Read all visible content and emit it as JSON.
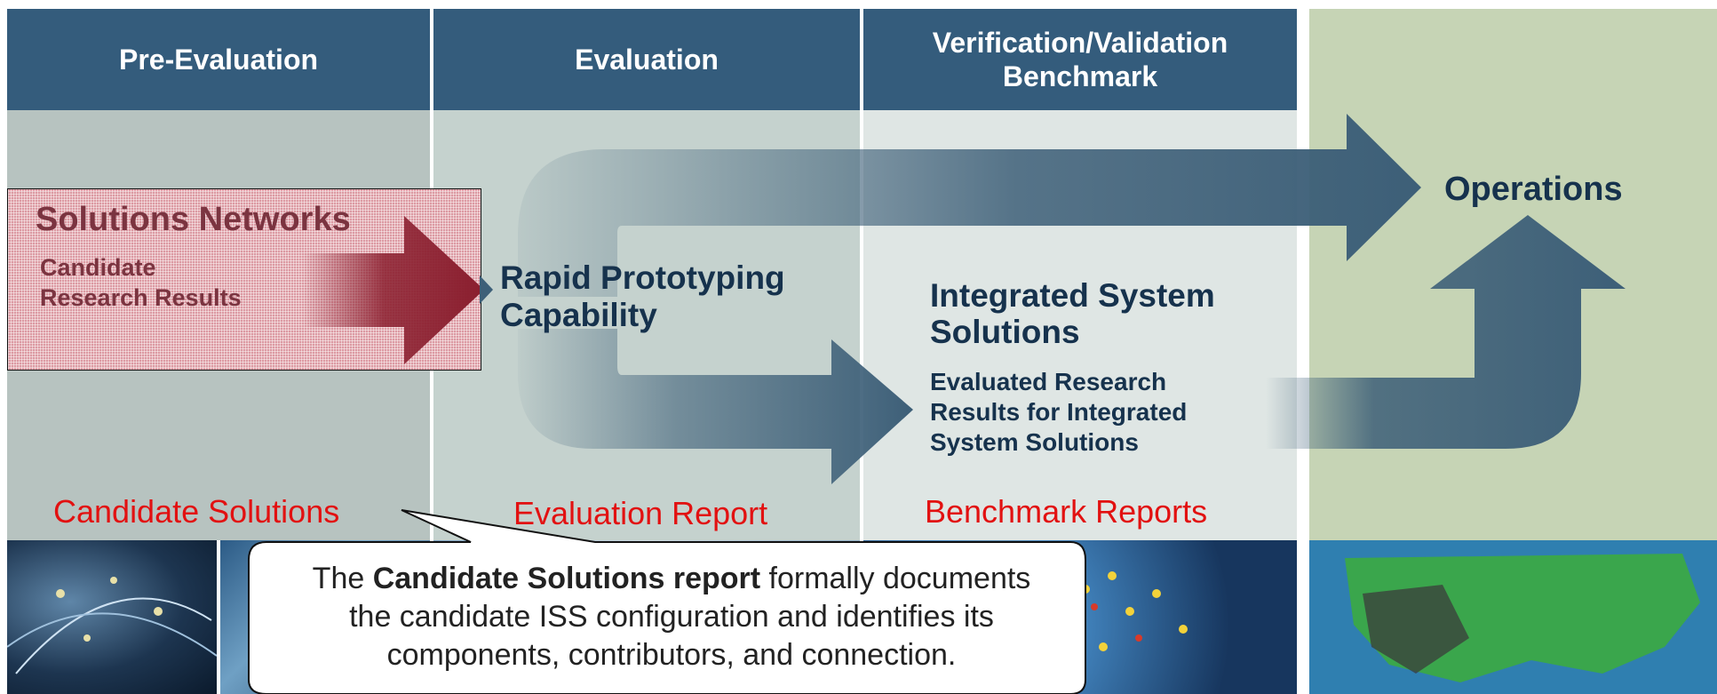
{
  "columns": [
    {
      "title": "Pre-Evaluation"
    },
    {
      "title": "Evaluation"
    },
    {
      "title": "Verification/Validation Benchmark"
    }
  ],
  "operations_label": "Operations",
  "solutions_networks": {
    "title": "Solutions Networks",
    "subtitle_line1": "Candidate",
    "subtitle_line2": "Research Results"
  },
  "rapid_prototyping": {
    "line1": "Rapid Prototyping",
    "line2": "Capability"
  },
  "integrated": {
    "title_line1": "Integrated System",
    "title_line2": "Solutions",
    "sub_line1": "Evaluated Research",
    "sub_line2": "Results for Integrated",
    "sub_line3": "System Solutions"
  },
  "reports": {
    "candidate": "Candidate Solutions",
    "evaluation": "Evaluation Report",
    "benchmark": "Benchmark Reports"
  },
  "callout": {
    "line1_pre": "The ",
    "line1_bold": "Candidate Solutions report",
    "line1_post": " formally documents",
    "line2": "the candidate ISS configuration and identifies its",
    "line3": "components, contributors, and connection."
  },
  "colors": {
    "header": "#345c7c",
    "arrow": "#3d5f78",
    "report_text": "#e21111",
    "label_text": "#16324d",
    "operations_bg": "#c6d4b5"
  }
}
